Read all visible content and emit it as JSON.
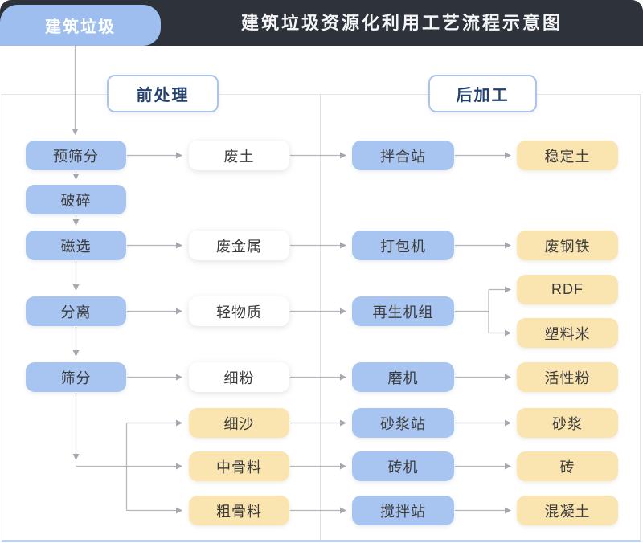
{
  "header": {
    "badge": "建筑垃圾",
    "title": "建筑垃圾资源化利用工艺流程示意图"
  },
  "sections": {
    "pre": "前处理",
    "post": "后加工"
  },
  "flow": {
    "processes": [
      "预筛分",
      "破碎",
      "磁选",
      "分离",
      "筛分"
    ],
    "intermediates": [
      {
        "label": "废土",
        "variant": "white"
      },
      {
        "label": "废金属",
        "variant": "white"
      },
      {
        "label": "轻物质",
        "variant": "white"
      },
      {
        "label": "细粉",
        "variant": "white"
      },
      {
        "label": "细沙",
        "variant": "yellow"
      },
      {
        "label": "中骨料",
        "variant": "yellow"
      },
      {
        "label": "粗骨料",
        "variant": "yellow"
      }
    ],
    "machines": [
      "拌合站",
      "打包机",
      "再生机组",
      "磨机",
      "砂浆站",
      "砖机",
      "搅拌站"
    ],
    "products": [
      "稳定土",
      "废钢铁",
      "RDF",
      "塑料米",
      "活性粉",
      "砂浆",
      "砖",
      "混凝土"
    ]
  },
  "colors": {
    "header_bg": "#2e323a",
    "title_text": "#f5f6f8",
    "badge_bg": "#9ebef0",
    "process_fill": "#a8c4f0",
    "intermediate_fill": "#ffffff",
    "product_fill": "#fae4b0",
    "node_text": "#3c3c3c",
    "section_text": "#24406e",
    "section_border": "#abc4ee",
    "connector": "#b3b3ba",
    "frame_border": "#e3e3ec",
    "bottom_rule": "#bed3f4"
  }
}
